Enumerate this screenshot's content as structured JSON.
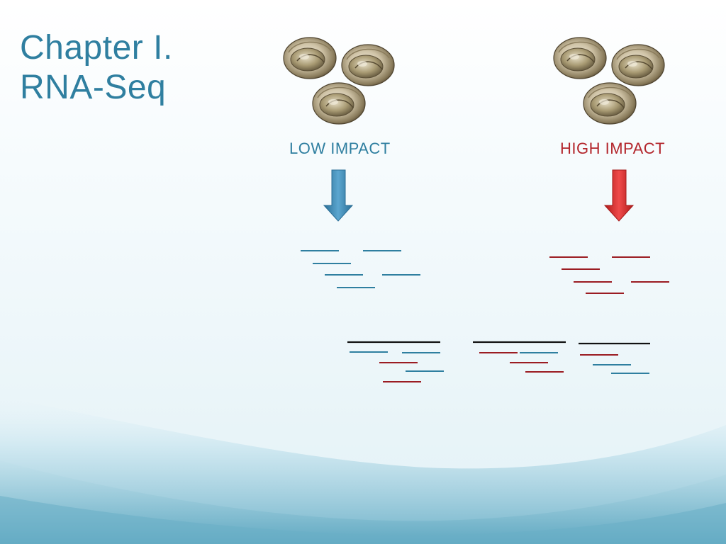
{
  "slide": {
    "title_line1": "Chapter I.",
    "title_line2": "RNA-Seq"
  },
  "groups": {
    "low": {
      "label": "LOW IMPACT",
      "color": "#2f7fa0",
      "icon": "oyster-icon"
    },
    "high": {
      "label": "HIGH IMPACT",
      "color": "#b3262c",
      "icon": "oyster-icon"
    }
  },
  "colors": {
    "title": "#2f7fa0",
    "low_reads": "#2f7fa0",
    "high_reads": "#9b1c22",
    "reference": "#111111",
    "wave": "#7fbcd0"
  }
}
